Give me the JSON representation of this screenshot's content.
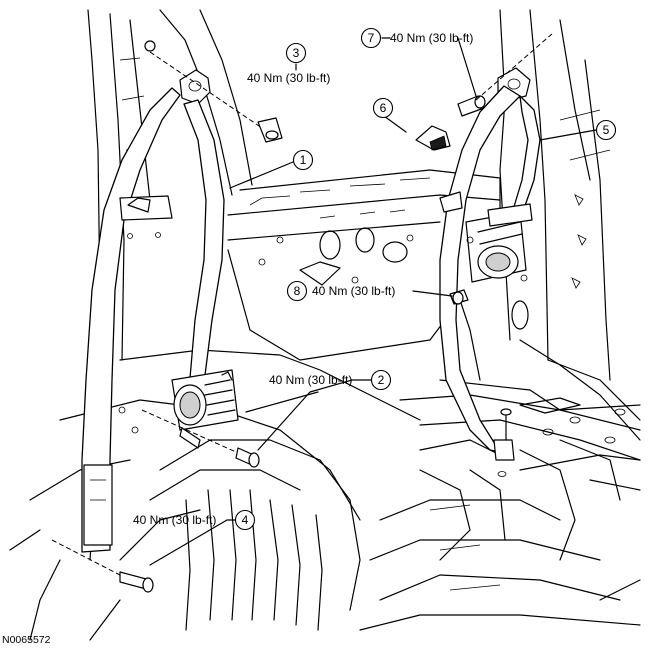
{
  "figure_code": "N0065572",
  "callouts": [
    {
      "number": "1",
      "torque": ""
    },
    {
      "number": "2",
      "torque": "40 Nm (30 lb-ft)"
    },
    {
      "number": "3",
      "torque": "40 Nm (30 lb-ft)"
    },
    {
      "number": "4",
      "torque": "40 Nm (30 lb-ft)"
    },
    {
      "number": "5",
      "torque": ""
    },
    {
      "number": "6",
      "torque": ""
    },
    {
      "number": "7",
      "torque": "40 Nm (30 lb-ft)"
    },
    {
      "number": "8",
      "torque": "40 Nm (30 lb-ft)"
    }
  ]
}
